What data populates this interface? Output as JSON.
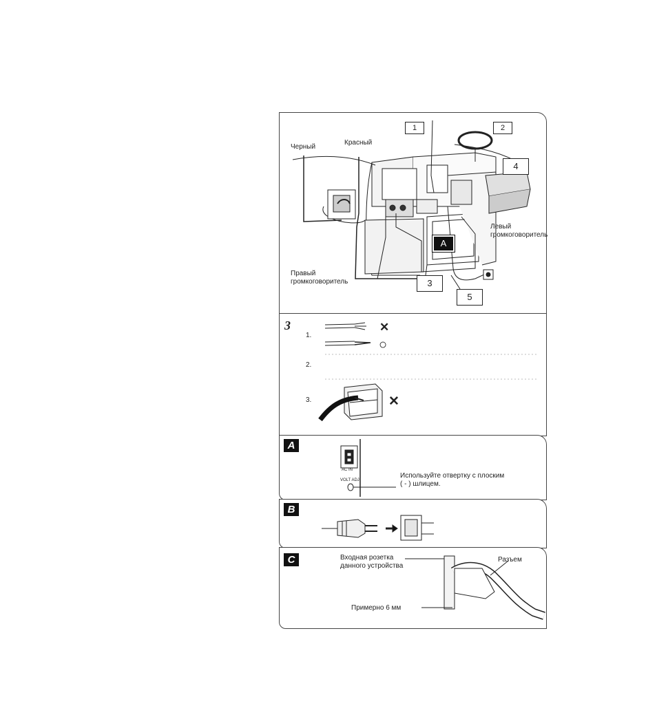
{
  "top_diagram": {
    "callouts": [
      "1",
      "2",
      "4",
      "3",
      "5"
    ],
    "box_a": "A",
    "label_black": "Черный",
    "label_red": "Красный",
    "label_left_speaker_1": "Левый",
    "label_left_speaker_2": "громкоговоритель",
    "label_right_speaker_1": "Правый",
    "label_right_speaker_2": "громкоговоритель"
  },
  "section3": {
    "number": "3",
    "step1": "1.",
    "step2": "2.",
    "step3": "3.",
    "wrong_mark": "✕",
    "right_mark": "○"
  },
  "sectionA": {
    "letter": "A",
    "ac_label": "AC IN",
    "volt_label": "VOLT ADJ",
    "note_line1": "Используйте отвертку с плоским",
    "note_line2": "( - ) шлицем."
  },
  "sectionB": {
    "letter": "B"
  },
  "sectionC": {
    "letter": "C",
    "inlet_line1": "Входная розетка",
    "inlet_line2": "данного устройства",
    "plug_label": "Разъем",
    "distance_label": "Примерно 6 мм"
  }
}
